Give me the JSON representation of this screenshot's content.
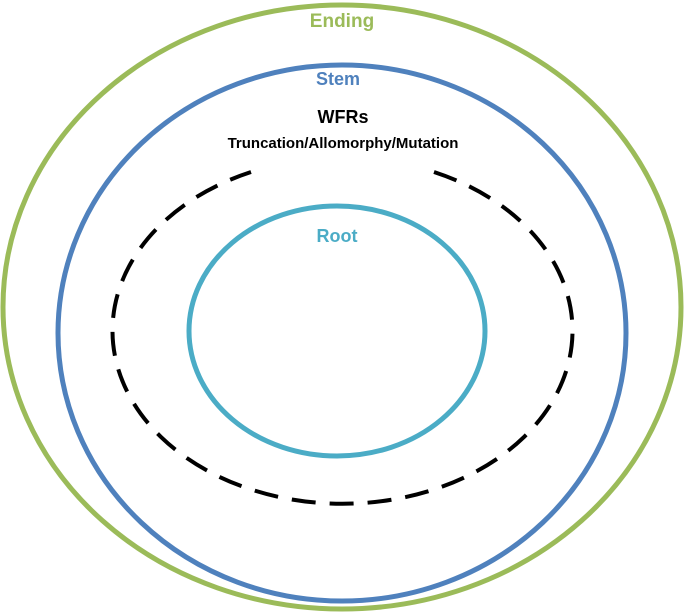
{
  "layers": [
    {
      "id": "ending",
      "label": "Ending",
      "color": "#9BBB59"
    },
    {
      "id": "stem",
      "label": "Stem",
      "color": "#4F81BD"
    },
    {
      "id": "wfrs",
      "label": "WFRs",
      "sublabel": "Truncation/Allomorphy/Mutation",
      "color": "#000000",
      "dashed": true
    },
    {
      "id": "root",
      "label": "Root",
      "color": "#4BACC6"
    }
  ]
}
